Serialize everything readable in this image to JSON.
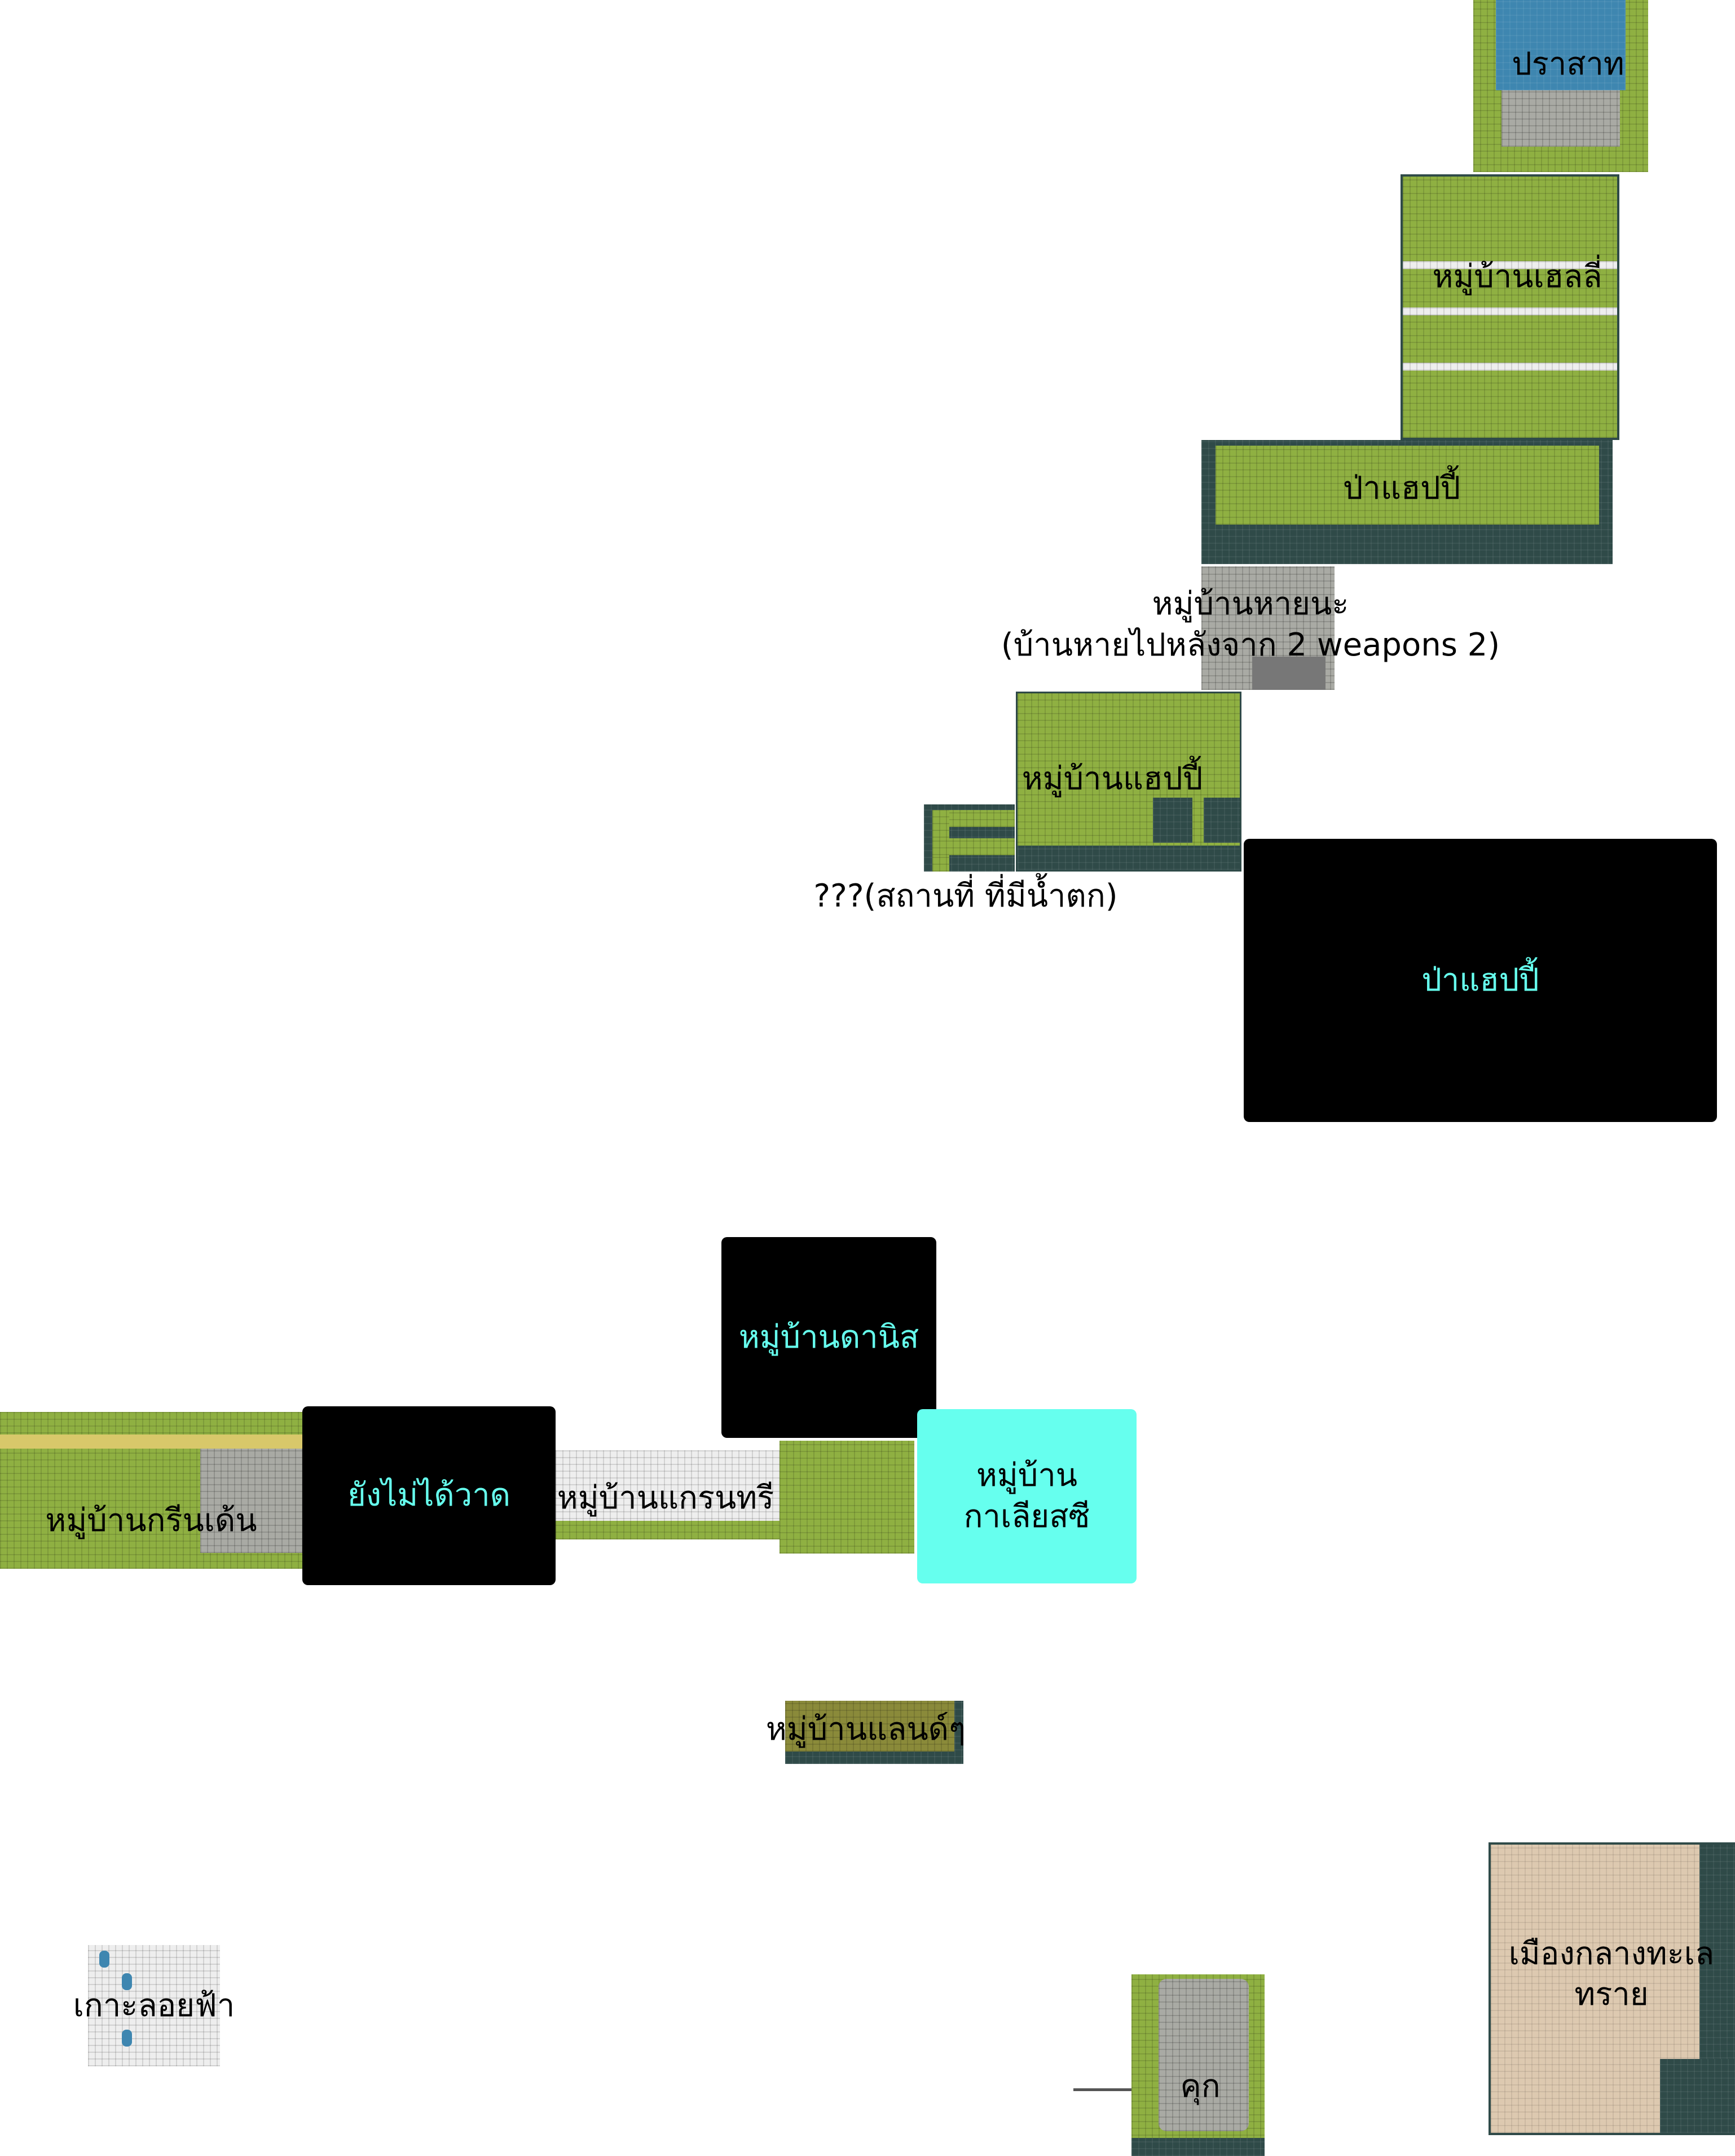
{
  "locations": {
    "castle": "ปราสาท",
    "helly_village": "หมู่บ้านเฮลลี่",
    "happy_forest_map": "ป่าแฮปปี้",
    "disaster_village": "หมู่บ้านหายนะ",
    "disaster_village_note": "(บ้านหายไปหลังจาก 2 weapons 2)",
    "happy_village": "หมู่บ้านแฮปปี้",
    "waterfall_place": "???(สถานที่ ที่มีน้ำตก)",
    "happy_forest_box": "ป่าแฮปปี้",
    "danis_village": "หมู่บ้านดานิส",
    "greenden_village": "หมู่บ้านกรีนเด้น",
    "not_drawn": "ยังไม่ได้วาด",
    "grantree_village": "หมู่บ้านแกรนทรี",
    "galiaszy_village_line1": "หมู่บ้าน",
    "galiaszy_village_line2": "กาเลียสซี",
    "lands_village": "หมู่บ้านแลนด์ๆ",
    "sky_island": "เกาะลอยฟ้า",
    "prison": "คุก",
    "desert_city_line1": "เมืองกลางทะเล",
    "desert_city_line2": "ทราย"
  },
  "colors": {
    "placeholder_black": "#000000",
    "placeholder_cyan": "#66ffee",
    "grass": "#8fb042",
    "water": "#2f4a48"
  }
}
